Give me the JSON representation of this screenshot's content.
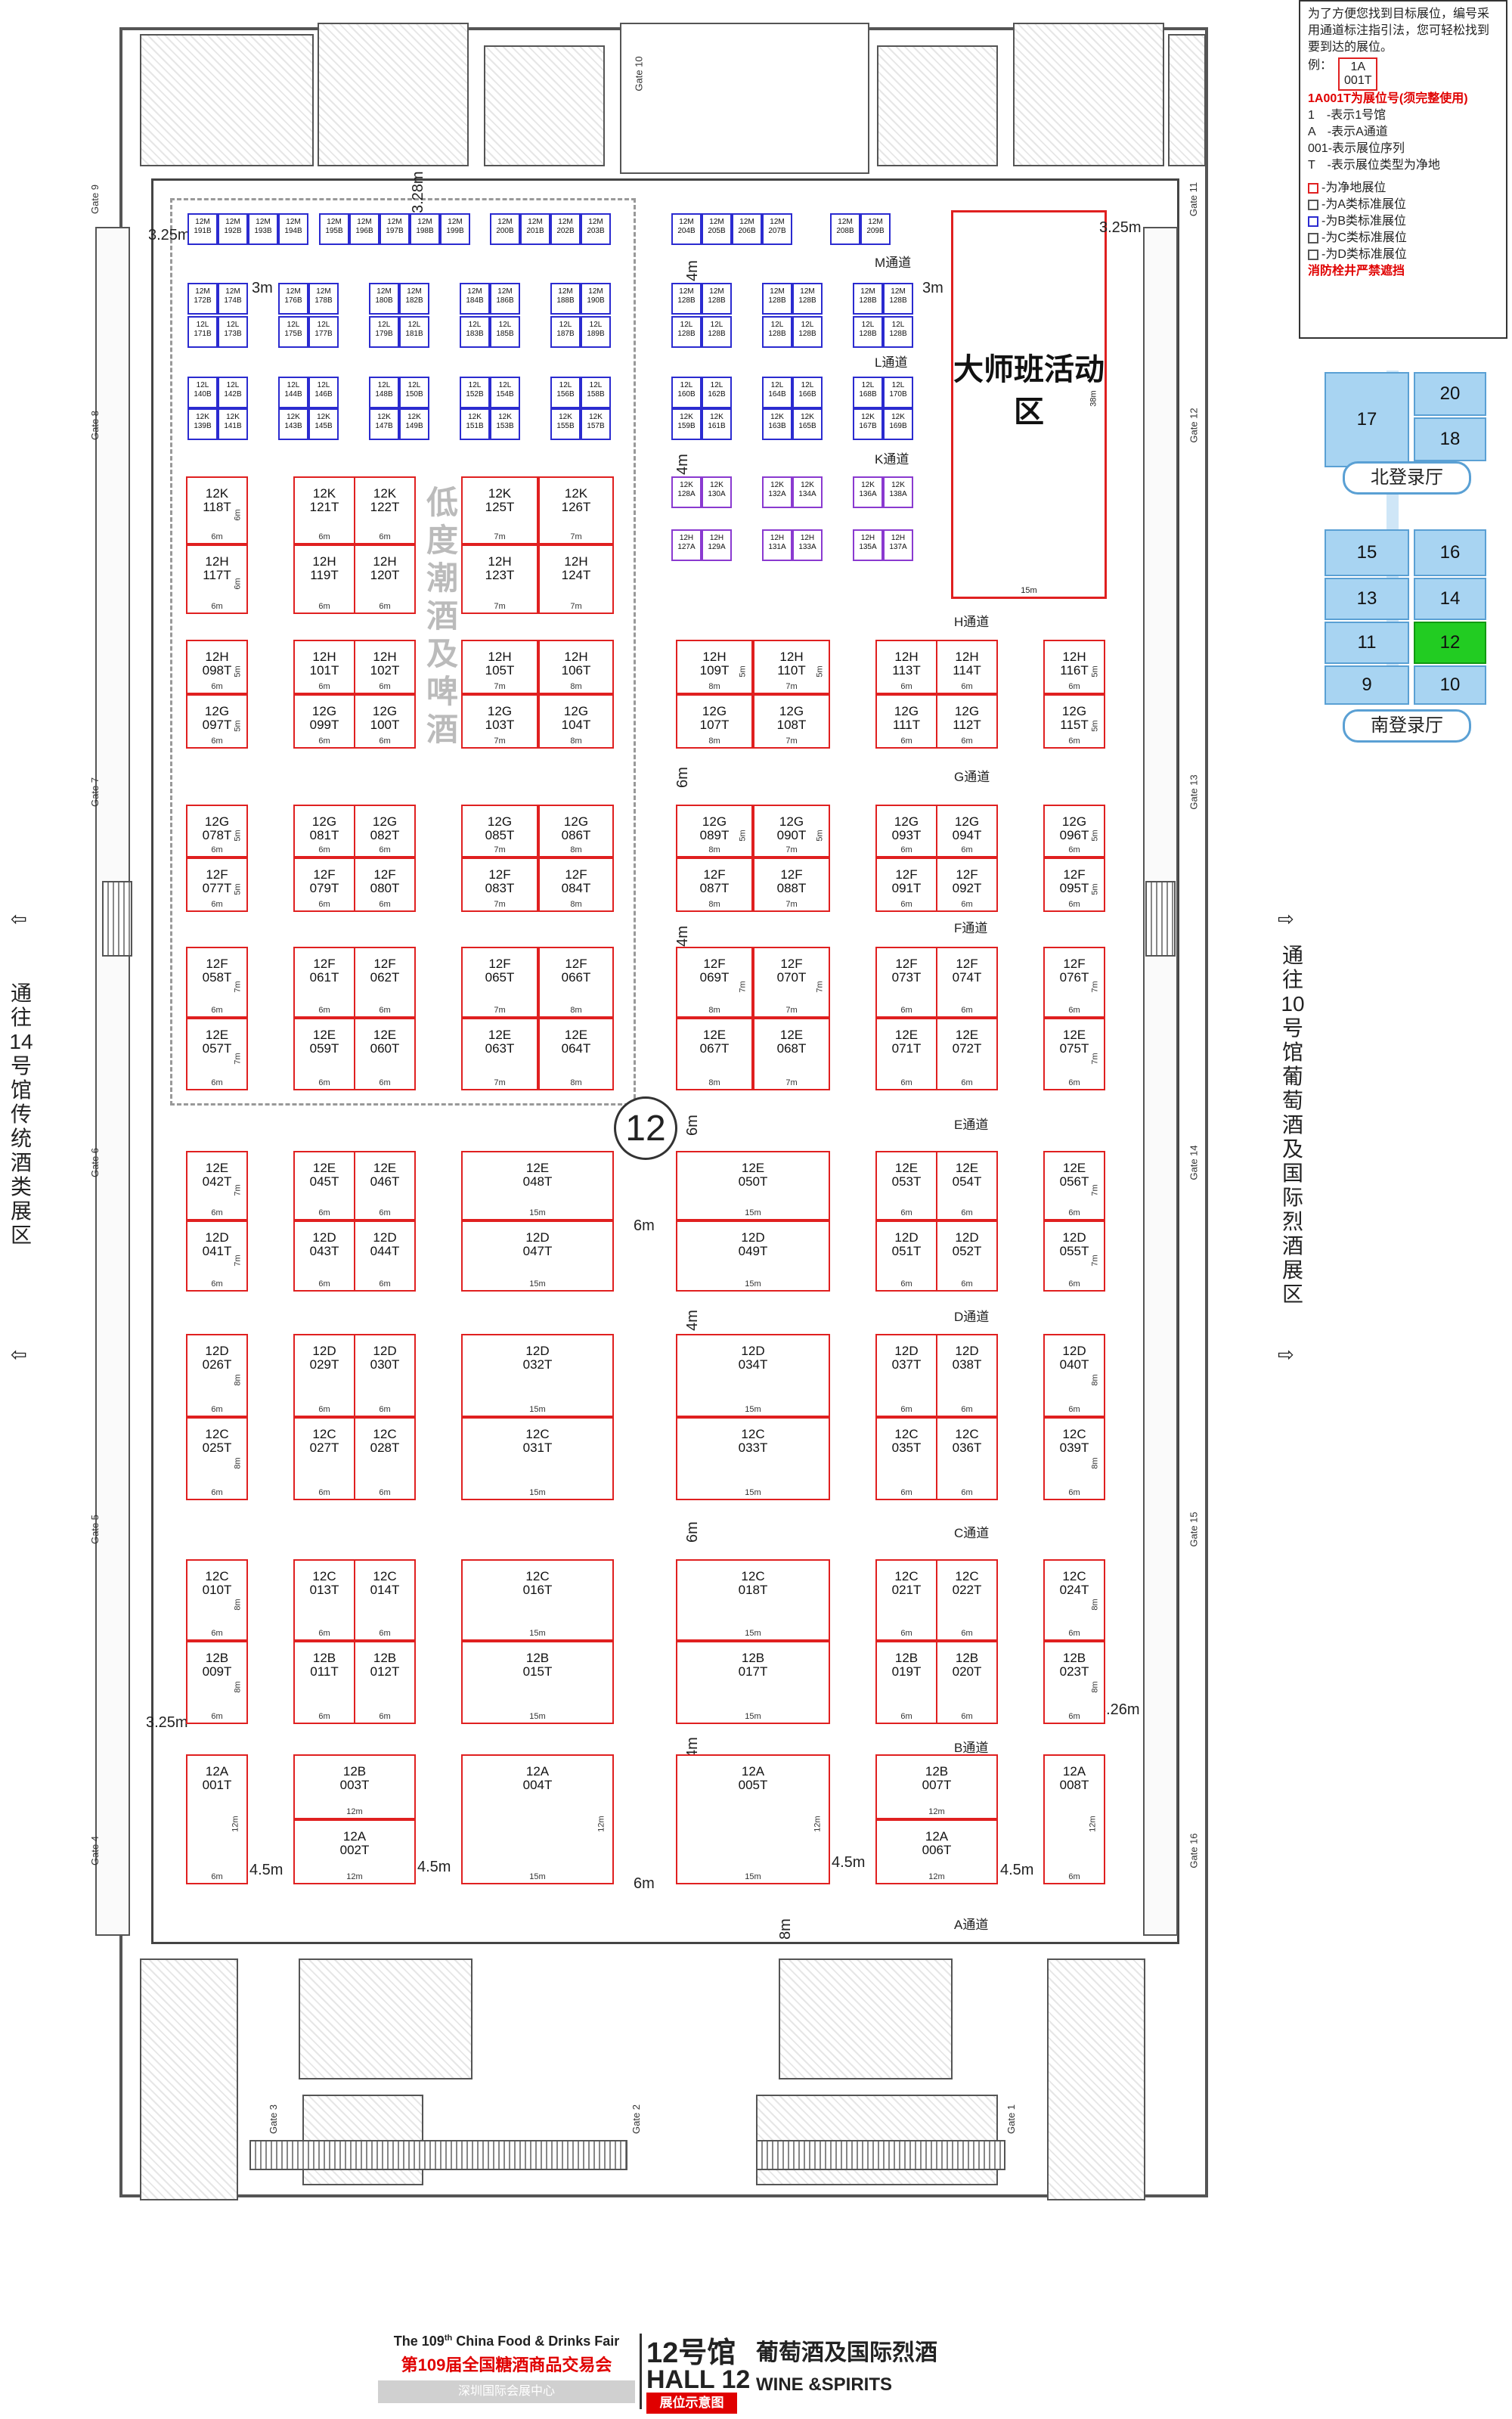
{
  "legend": {
    "intro": "为了方便您找到目标展位，编号采用通道标注指引法，您可轻松找到要到达的展位。",
    "example_label": "例：",
    "example_code_top": "1A",
    "example_code_bottom": "001T",
    "example_title": "1A001T为展位号(须完整使用)",
    "lines": [
      "1　-表示1号馆",
      "A　-表示A通道",
      "001-表示展位序列",
      "T　-表示展位类型为净地"
    ],
    "types": [
      {
        "label": "-为净地展位",
        "color": "#e02020"
      },
      {
        "label": "-为A类标准展位",
        "color": "#555555"
      },
      {
        "label": "-为B类标准展位",
        "color": "#2b2bd0"
      },
      {
        "label": "-为C类标准展位",
        "color": "#555555"
      },
      {
        "label": "-为D类标准展位",
        "color": "#555555"
      }
    ],
    "warning": "消防栓井严禁遮挡"
  },
  "minimap": {
    "halls": [
      "17",
      "20",
      "18",
      "15",
      "16",
      "13",
      "14",
      "11",
      "12",
      "9",
      "10"
    ],
    "north_lobby": "北登录厅",
    "south_lobby": "南登录厅",
    "active_hall": "12"
  },
  "side_left": "通往14号馆传统酒类展区",
  "side_right": "通往10号馆葡萄酒及国际烈酒展区",
  "gates": [
    "Gate 1",
    "Gate 2",
    "Gate 3",
    "Gate 4",
    "Gate 5",
    "Gate 6",
    "Gate 7",
    "Gate 8",
    "Gate 9",
    "Gate 10",
    "Gate 11",
    "Gate 12",
    "Gate 13",
    "Gate 14",
    "Gate 15",
    "Gate 16"
  ],
  "zone_label": "低度潮酒及啤酒",
  "master_label": "大师班活动区",
  "master_dims": {
    "h": "38m",
    "w": "15m"
  },
  "hall_number": "12",
  "aisles": [
    "M通道",
    "L通道",
    "K通道",
    "H通道",
    "G通道",
    "F通道",
    "E通道",
    "D通道",
    "C通道",
    "B通道",
    "A通道"
  ],
  "dims": [
    "3.25m",
    "3.25m",
    "3.28m",
    "3m",
    "4m",
    "4m",
    "6m",
    "4m",
    "6m",
    "4m",
    "6m",
    "4m",
    "6m",
    "4.5m",
    "4.5m",
    "4.5m",
    "4.5m",
    "6m",
    "8m",
    "3.25m",
    "3.26m",
    "3m"
  ],
  "bstands": [
    [
      "12M\n191B",
      "12M\n192B",
      "12M\n193B",
      "12M\n194B",
      "12M\n195B",
      "12M\n196B",
      "12M\n197B",
      "12M\n198B",
      "12M\n199B",
      "12M\n200B",
      "12M\n201B",
      "12M\n202B",
      "12M\n203B",
      "12M\n204B",
      "12M\n205B",
      "12M\n206B",
      "12M\n207B",
      "12M\n208B",
      "12M\n209B"
    ],
    [
      "12M\n172B",
      "12M\n174B",
      "12M\n176B",
      "12M\n178B",
      "12M\n180B",
      "12M\n182B",
      "12M\n184B",
      "12M\n186B",
      "12M\n188B",
      "12M\n190B",
      "12M\n128B",
      "12M\n128B",
      "12M\n128B",
      "12M\n128B",
      "12M\n128B",
      "12M\n128B"
    ],
    [
      "12L\n171B",
      "12L\n173B",
      "12L\n175B",
      "12L\n177B",
      "12L\n179B",
      "12L\n181B",
      "12L\n183B",
      "12L\n185B",
      "12L\n187B",
      "12L\n189B",
      "12L\n128B",
      "12L\n128B",
      "12L\n128B",
      "12L\n128B",
      "12L\n128B",
      "12L\n128B"
    ],
    [
      "12L\n140B",
      "12L\n142B",
      "12L\n144B",
      "12L\n146B",
      "12L\n148B",
      "12L\n150B",
      "12L\n152B",
      "12L\n154B",
      "12L\n156B",
      "12L\n158B",
      "12L\n160B",
      "12L\n162B",
      "12L\n164B",
      "12L\n166B",
      "12L\n168B",
      "12L\n170B"
    ],
    [
      "12K\n139B",
      "12K\n141B",
      "12K\n143B",
      "12K\n145B",
      "12K\n147B",
      "12K\n149B",
      "12K\n151B",
      "12K\n153B",
      "12K\n155B",
      "12K\n157B",
      "12K\n159B",
      "12K\n161B",
      "12K\n163B",
      "12K\n165B",
      "12K\n167B",
      "12K\n169B"
    ],
    [
      "12K\n128A",
      "12K\n130A",
      "12K\n132A",
      "12K\n134A",
      "12K\n136A",
      "12K\n138A"
    ],
    [
      "12H\n127A",
      "12H\n129A",
      "12H\n131A",
      "12H\n133A",
      "12H\n135A",
      "12H\n137A"
    ]
  ],
  "booths": [
    {
      "n": "12K\n118T",
      "w": "6m",
      "h": "6m"
    },
    {
      "n": "12H\n117T",
      "w": "6m",
      "h": "6m"
    },
    {
      "n": "12K\n121T",
      "w": "6m",
      "h": ""
    },
    {
      "n": "12K\n122T",
      "w": "6m",
      "h": ""
    },
    {
      "n": "12H\n119T",
      "w": "6m",
      "h": ""
    },
    {
      "n": "12H\n120T",
      "w": "6m",
      "h": ""
    },
    {
      "n": "12K\n125T",
      "w": "7m",
      "h": ""
    },
    {
      "n": "12K\n126T",
      "w": "7m",
      "h": ""
    },
    {
      "n": "12H\n123T",
      "w": "7m",
      "h": ""
    },
    {
      "n": "12H\n124T",
      "w": "7m",
      "h": ""
    },
    {
      "n": "12H\n098T",
      "w": "6m",
      "h": "5m"
    },
    {
      "n": "12G\n097T",
      "w": "6m",
      "h": "5m"
    },
    {
      "n": "12H\n101T",
      "w": "6m",
      "h": ""
    },
    {
      "n": "12H\n102T",
      "w": "6m",
      "h": ""
    },
    {
      "n": "12G\n099T",
      "w": "6m",
      "h": ""
    },
    {
      "n": "12G\n100T",
      "w": "6m",
      "h": ""
    },
    {
      "n": "12H\n105T",
      "w": "7m",
      "h": ""
    },
    {
      "n": "12H\n106T",
      "w": "8m",
      "h": ""
    },
    {
      "n": "12G\n103T",
      "w": "7m",
      "h": ""
    },
    {
      "n": "12G\n104T",
      "w": "8m",
      "h": ""
    },
    {
      "n": "12H\n109T",
      "w": "8m",
      "h": "5m"
    },
    {
      "n": "12H\n110T",
      "w": "7m",
      "h": "5m"
    },
    {
      "n": "12G\n107T",
      "w": "8m",
      "h": ""
    },
    {
      "n": "12G\n108T",
      "w": "7m",
      "h": ""
    },
    {
      "n": "12H\n113T",
      "w": "6m",
      "h": ""
    },
    {
      "n": "12H\n114T",
      "w": "6m",
      "h": ""
    },
    {
      "n": "12G\n111T",
      "w": "6m",
      "h": ""
    },
    {
      "n": "12G\n112T",
      "w": "6m",
      "h": ""
    },
    {
      "n": "12H\n116T",
      "w": "6m",
      "h": "5m"
    },
    {
      "n": "12G\n115T",
      "w": "6m",
      "h": "5m"
    },
    {
      "n": "12G\n078T",
      "w": "6m",
      "h": "5m"
    },
    {
      "n": "12F\n077T",
      "w": "6m",
      "h": "5m"
    },
    {
      "n": "12G\n081T",
      "w": "6m",
      "h": ""
    },
    {
      "n": "12G\n082T",
      "w": "6m",
      "h": ""
    },
    {
      "n": "12F\n079T",
      "w": "6m",
      "h": ""
    },
    {
      "n": "12F\n080T",
      "w": "6m",
      "h": ""
    },
    {
      "n": "12G\n085T",
      "w": "7m",
      "h": ""
    },
    {
      "n": "12G\n086T",
      "w": "8m",
      "h": ""
    },
    {
      "n": "12F\n083T",
      "w": "7m",
      "h": ""
    },
    {
      "n": "12F\n084T",
      "w": "8m",
      "h": ""
    },
    {
      "n": "12G\n089T",
      "w": "8m",
      "h": "5m"
    },
    {
      "n": "12G\n090T",
      "w": "7m",
      "h": "5m"
    },
    {
      "n": "12F\n087T",
      "w": "8m",
      "h": ""
    },
    {
      "n": "12F\n088T",
      "w": "7m",
      "h": ""
    },
    {
      "n": "12G\n093T",
      "w": "6m",
      "h": ""
    },
    {
      "n": "12G\n094T",
      "w": "6m",
      "h": ""
    },
    {
      "n": "12F\n091T",
      "w": "6m",
      "h": ""
    },
    {
      "n": "12F\n092T",
      "w": "6m",
      "h": ""
    },
    {
      "n": "12G\n096T",
      "w": "6m",
      "h": "5m"
    },
    {
      "n": "12F\n095T",
      "w": "6m",
      "h": "5m"
    },
    {
      "n": "12F\n058T",
      "w": "6m",
      "h": "7m"
    },
    {
      "n": "12E\n057T",
      "w": "6m",
      "h": "7m"
    },
    {
      "n": "12F\n061T",
      "w": "6m",
      "h": ""
    },
    {
      "n": "12F\n062T",
      "w": "6m",
      "h": ""
    },
    {
      "n": "12E\n059T",
      "w": "6m",
      "h": ""
    },
    {
      "n": "12E\n060T",
      "w": "6m",
      "h": ""
    },
    {
      "n": "12F\n065T",
      "w": "7m",
      "h": ""
    },
    {
      "n": "12F\n066T",
      "w": "8m",
      "h": ""
    },
    {
      "n": "12E\n063T",
      "w": "7m",
      "h": ""
    },
    {
      "n": "12E\n064T",
      "w": "8m",
      "h": ""
    },
    {
      "n": "12F\n069T",
      "w": "8m",
      "h": "7m"
    },
    {
      "n": "12F\n070T",
      "w": "7m",
      "h": "7m"
    },
    {
      "n": "12E\n067T",
      "w": "8m",
      "h": ""
    },
    {
      "n": "12E\n068T",
      "w": "7m",
      "h": ""
    },
    {
      "n": "12F\n073T",
      "w": "6m",
      "h": ""
    },
    {
      "n": "12F\n074T",
      "w": "6m",
      "h": ""
    },
    {
      "n": "12E\n071T",
      "w": "6m",
      "h": ""
    },
    {
      "n": "12E\n072T",
      "w": "6m",
      "h": ""
    },
    {
      "n": "12F\n076T",
      "w": "6m",
      "h": "7m"
    },
    {
      "n": "12E\n075T",
      "w": "6m",
      "h": "7m"
    },
    {
      "n": "12E\n042T",
      "w": "6m",
      "h": "7m"
    },
    {
      "n": "12D\n041T",
      "w": "6m",
      "h": "7m"
    },
    {
      "n": "12E\n045T",
      "w": "6m",
      "h": ""
    },
    {
      "n": "12E\n046T",
      "w": "6m",
      "h": ""
    },
    {
      "n": "12D\n043T",
      "w": "6m",
      "h": ""
    },
    {
      "n": "12D\n044T",
      "w": "6m",
      "h": ""
    },
    {
      "n": "12E\n048T",
      "w": "15m",
      "h": ""
    },
    {
      "n": "12D\n047T",
      "w": "15m",
      "h": ""
    },
    {
      "n": "12E\n050T",
      "w": "15m",
      "h": ""
    },
    {
      "n": "12D\n049T",
      "w": "15m",
      "h": ""
    },
    {
      "n": "12E\n053T",
      "w": "6m",
      "h": ""
    },
    {
      "n": "12E\n054T",
      "w": "6m",
      "h": ""
    },
    {
      "n": "12D\n051T",
      "w": "6m",
      "h": ""
    },
    {
      "n": "12D\n052T",
      "w": "6m",
      "h": ""
    },
    {
      "n": "12E\n056T",
      "w": "6m",
      "h": "7m"
    },
    {
      "n": "12D\n055T",
      "w": "6m",
      "h": "7m"
    },
    {
      "n": "12D\n026T",
      "w": "6m",
      "h": "8m"
    },
    {
      "n": "12C\n025T",
      "w": "6m",
      "h": "8m"
    },
    {
      "n": "12D\n029T",
      "w": "6m",
      "h": ""
    },
    {
      "n": "12D\n030T",
      "w": "6m",
      "h": ""
    },
    {
      "n": "12C\n027T",
      "w": "6m",
      "h": ""
    },
    {
      "n": "12C\n028T",
      "w": "6m",
      "h": ""
    },
    {
      "n": "12D\n032T",
      "w": "15m",
      "h": ""
    },
    {
      "n": "12C\n031T",
      "w": "15m",
      "h": ""
    },
    {
      "n": "12D\n034T",
      "w": "15m",
      "h": ""
    },
    {
      "n": "12C\n033T",
      "w": "15m",
      "h": ""
    },
    {
      "n": "12D\n037T",
      "w": "6m",
      "h": ""
    },
    {
      "n": "12D\n038T",
      "w": "6m",
      "h": ""
    },
    {
      "n": "12C\n035T",
      "w": "6m",
      "h": ""
    },
    {
      "n": "12C\n036T",
      "w": "6m",
      "h": ""
    },
    {
      "n": "12D\n040T",
      "w": "6m",
      "h": "8m"
    },
    {
      "n": "12C\n039T",
      "w": "6m",
      "h": "8m"
    },
    {
      "n": "12C\n010T",
      "w": "6m",
      "h": "8m"
    },
    {
      "n": "12B\n009T",
      "w": "6m",
      "h": "8m"
    },
    {
      "n": "12C\n013T",
      "w": "6m",
      "h": ""
    },
    {
      "n": "12C\n014T",
      "w": "6m",
      "h": ""
    },
    {
      "n": "12B\n011T",
      "w": "6m",
      "h": ""
    },
    {
      "n": "12B\n012T",
      "w": "6m",
      "h": ""
    },
    {
      "n": "12C\n016T",
      "w": "15m",
      "h": ""
    },
    {
      "n": "12B\n015T",
      "w": "15m",
      "h": ""
    },
    {
      "n": "12C\n018T",
      "w": "15m",
      "h": ""
    },
    {
      "n": "12B\n017T",
      "w": "15m",
      "h": ""
    },
    {
      "n": "12C\n021T",
      "w": "6m",
      "h": ""
    },
    {
      "n": "12C\n022T",
      "w": "6m",
      "h": ""
    },
    {
      "n": "12B\n019T",
      "w": "6m",
      "h": ""
    },
    {
      "n": "12B\n020T",
      "w": "6m",
      "h": ""
    },
    {
      "n": "12C\n024T",
      "w": "6m",
      "h": "8m"
    },
    {
      "n": "12B\n023T",
      "w": "6m",
      "h": "8m"
    },
    {
      "n": "12A\n001T",
      "w": "6m",
      "h": "12m"
    },
    {
      "n": "12B\n003T",
      "w": "12m",
      "h": ""
    },
    {
      "n": "12A\n002T",
      "w": "12m",
      "h": ""
    },
    {
      "n": "12A\n004T",
      "w": "15m",
      "h": "12m"
    },
    {
      "n": "12A\n005T",
      "w": "15m",
      "h": "12m"
    },
    {
      "n": "12B\n007T",
      "w": "12m",
      "h": ""
    },
    {
      "n": "12A\n006T",
      "w": "12m",
      "h": ""
    },
    {
      "n": "12A\n008T",
      "w": "6m",
      "h": "12m"
    }
  ],
  "footer": {
    "fair_en_pre": "The 109",
    "fair_en_sup": "th",
    "fair_en_post": " China Food & Drinks Fair",
    "fair_cn": "第109届全国糖酒商品交易会",
    "venue": "深圳国际会展中心",
    "hall_cn": "12号馆",
    "hall_en": "HALL 12",
    "theme_cn": "葡萄酒及国际烈酒",
    "theme_en": "WINE &SPIRITS",
    "subtitle": "展位示意图"
  }
}
